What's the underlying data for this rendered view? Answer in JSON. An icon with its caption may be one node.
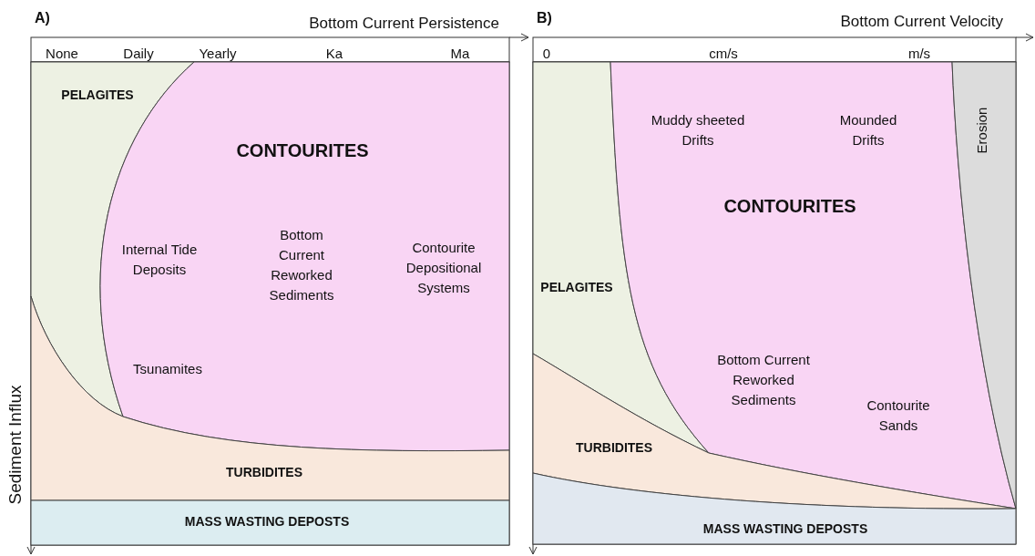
{
  "diagram": {
    "nodes": [
      {
        "text": [
          "PELAGITES"
        ]
      },
      {
        "text": [
          "CONTOURITES",
          "Internal Tide Deposits",
          "Bottom Current Reworked Sediments",
          "Contourite Depositional Systems",
          "Tsunamites"
        ]
      },
      {
        "text": [
          "TURBIDITES"
        ]
      },
      {
        "text": [
          "MASS WASTING DEPOSTS"
        ]
      },
      {
        "text": [
          "PELAGITES"
        ]
      },
      {
        "text": [
          "Muddy sheeted Drifts",
          "Mounded Drifts",
          "CONTOURITES",
          "Bottom Current Reworked Sediments",
          "Contourite Sands"
        ]
      },
      {
        "text": [
          "Erosion"
        ]
      },
      {
        "text": [
          "TURBIDITES"
        ]
      },
      {
        "text": [
          "MASS WASTING DEPOSTS"
        ]
      }
    ],
    "labels": [
      "A)",
      "Bottom Current Persistence",
      "None",
      "Daily",
      "Yearly",
      "Ka",
      "Ma",
      "B)",
      "Bottom Current Velocity",
      "0",
      "cm/s",
      "m/s",
      "Sediment Influx"
    ]
  }
}
